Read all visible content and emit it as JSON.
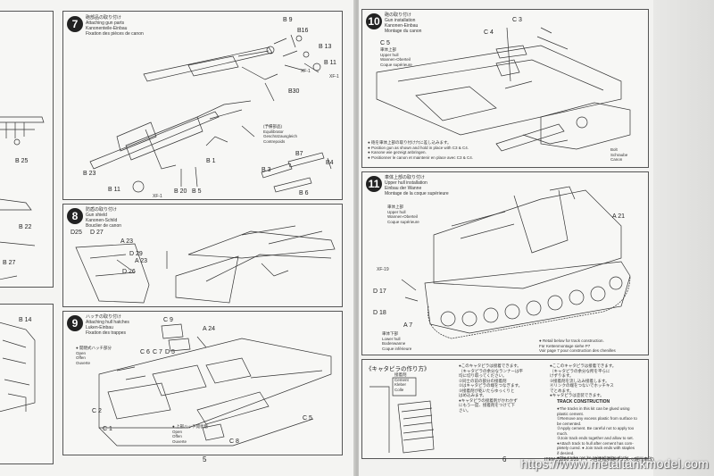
{
  "steps": {
    "s7": {
      "num": "7",
      "text": "砲部品の取り付け\nAttaching gun parts\nKanonenteile-Einbau\nFixation des pièces de canon"
    },
    "s8": {
      "num": "8",
      "text": "防盾の取り付け\nGun shield\nKanonen-Schild\nBouclier de canon"
    },
    "s9": {
      "num": "9",
      "text": "ハッチの取り付け\nAttaching hull hatches\nLuken-Einbau\nFixation des trappes"
    },
    "s10": {
      "num": "10",
      "text": "砲の取り付け\nGun installation\nKanonen-Einbau\nMontage du canon"
    },
    "s11": {
      "num": "11",
      "text": "車体上部の取り付け\nUpper hull installation\nEinbau der Wanne\nMontage de la coque supérieure"
    }
  },
  "labels": {
    "b9": "B 9",
    "b16": "B16",
    "b13": "B 13",
    "b11": "B 11",
    "b30": "B30",
    "b23": "B 23",
    "b11b": "B 11",
    "b20": "B 20",
    "b5": "B 5",
    "b1": "B 1",
    "b7": "B7",
    "b3": "B 3",
    "b4": "B4",
    "b6": "B 6",
    "b25": "B 25",
    "b22": "B 22",
    "b27": "B 27",
    "b14": "B 14",
    "xp1": "XF-1",
    "xp1b": "XF-1",
    "xp1c": "XF-1",
    "d25": "D25",
    "d27": "D 27",
    "a23": "A 23",
    "d29": "D 29",
    "a23b": "A 23",
    "d26": "D 26",
    "c9": "C 9",
    "a24": "A 24",
    "c6": "C 6",
    "c7": "C 7",
    "d5": "D 5",
    "c2": "C 2",
    "c1": "C 1",
    "c8": "C 8",
    "c5": "C 5",
    "c3": "C 3",
    "c4": "C 4",
    "c5b": "C 5",
    "a21": "A 21",
    "d17": "D 17",
    "d18": "D 18",
    "a7": "A 7",
    "xf19": "XF-19"
  },
  "notes": {
    "spare": "(予備部品)\nEquilibrator\nGeschützausgleich\nContrepoids",
    "open1": "● 開閉式ハッチ部分\nOpen\nOffen\nOuverte",
    "open2": "● 上部ハッチ開状態\nOpen\nOffen\nOuverte",
    "upperhull": "車体上部\nUpper hull\nWannen-Oberteil\nCoque supérieure",
    "lowerhull": "車体下部\nLower hull\nBodenwanne\nCoque inférieure",
    "boltnote": "● Retail below for track construction.\nFür Kettenmontage siehe P7\nVoir page 7 pour construction des chenilles",
    "gunnote": "● 砲を車体上部の取り付け穴に差し込みます。\n● Position gun as shown and hold in place with C3 & C4.\n● Kanone wie gezeigt anbringen.\n● Positionner le canon et maintenir en place avec C3 & C4.",
    "boltlabel": "Bolt\nSchraube\nCanon"
  },
  "track": {
    "title": "《キャタピラの作り方》",
    "jp_mid": "●このキャタピラは接着できます。\n（キャタピラの余分なランナーは平\n均に切り取ってください。\n②同士の前の部分の接着剤\n②はキャタピラの端をつなぎます。\n③接着剤が乾いたらゆっくりと\nはめ込みます。\n●キャタピラの接着剤がかわかず\nにもう一度、接着剤をつけて下\nさい。",
    "jp_right": "●ここのキャタピラは接着できます。\n（キャタピラの余分な所を平らに\nけずります。\n③接着剤を流し込み接着します。\n④リンクの端をつないでホッチキス\nでとめます。\n●キャタピラは塗装できます。",
    "en_head": "TRACK CONSTRUCTION",
    "en_body": "●The tracks in this kit can be glued using\nplastic cement.\n①Remove any excess plastic from surface to\nbe cemented.\n②Apply cement. Be careful not to apply too\nmuch.\n③Join track ends together and allow to set.\n●Attach track to hull after cement has com-\npletely cured. ● Join track ends with staples\nif desired.\n●The tracks can be painted using plastic\npaint.",
    "cut": "接着剤\nCement\nKleber\nColle"
  },
  "pages": {
    "left": "5",
    "right": "6"
  },
  "footer": "ITEM 35280    1/35 ドイツ自走榴弾砲ヴェスペ(軽戦車改)",
  "watermark": "https://www.metaltankmodel.com"
}
